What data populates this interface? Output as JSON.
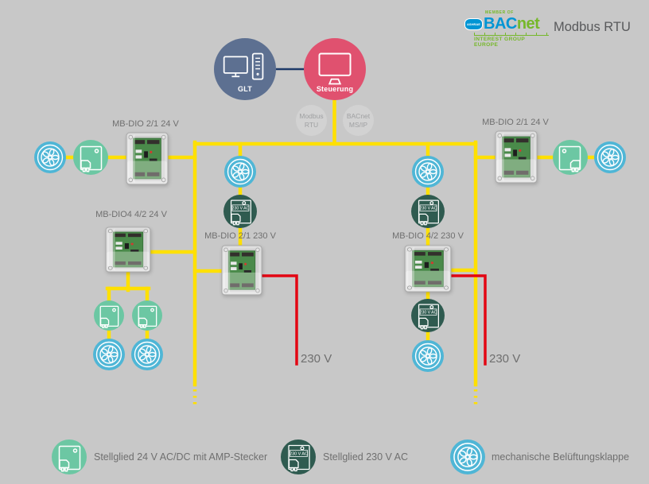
{
  "header": {
    "protocol_title": "Modbus RTU",
    "bacnet_logo": {
      "member_of": "MEMBER OF",
      "ashrae": "ASHRAE",
      "bac": "BAC",
      "net": "net",
      "tagline": "INTEREST GROUP EUROPE"
    }
  },
  "top_nodes": {
    "glt": "GLT",
    "steuerung": "Steuerung",
    "modbus_bubble": {
      "line1": "Modbus",
      "line2": "RTU"
    },
    "bacnet_bubble": {
      "line1": "BACnet",
      "line2": "MS/IP"
    }
  },
  "devices": {
    "left_24v": {
      "label": "MB-DIO 2/1 24 V"
    },
    "right_24v": {
      "label": "MB-DIO 2/1 24 V"
    },
    "dio4_24v": {
      "label": "MB-DIO4 4/2 24 V"
    },
    "center_230v": {
      "label": "MB-DIO 2/1 230 V"
    },
    "right_230v": {
      "label": "MB-DIO 4/2 230 V"
    }
  },
  "voltage_labels": {
    "left": "230 V",
    "right": "230 V"
  },
  "actuator_230_text": "230 V AC",
  "legend": {
    "items": [
      {
        "icon": "actuator-24v-icon",
        "label": "Stellglied 24 V AC/DC mit AMP-Stecker"
      },
      {
        "icon": "actuator-230v-icon",
        "label": "Stellglied 230 V AC"
      },
      {
        "icon": "fan-icon",
        "label": "mechanische Belüftungsklappe"
      }
    ]
  },
  "colors": {
    "background": "#c8c8c8",
    "bus_yellow": "#ffe000",
    "line_red": "#e30613",
    "link_navy": "#1d3a68",
    "fan_blue": "#4fb6d6",
    "actuator_green": "#6cc7a3",
    "actuator_dark_green": "#2f5b50",
    "glt_blue": "#5d7091",
    "control_pink": "#e0516f",
    "protocol_circle_gray": "#d2d2d2",
    "label_gray": "#6f6f6f",
    "bacnet_blue": "#0095d4",
    "bacnet_green": "#76b82a"
  }
}
